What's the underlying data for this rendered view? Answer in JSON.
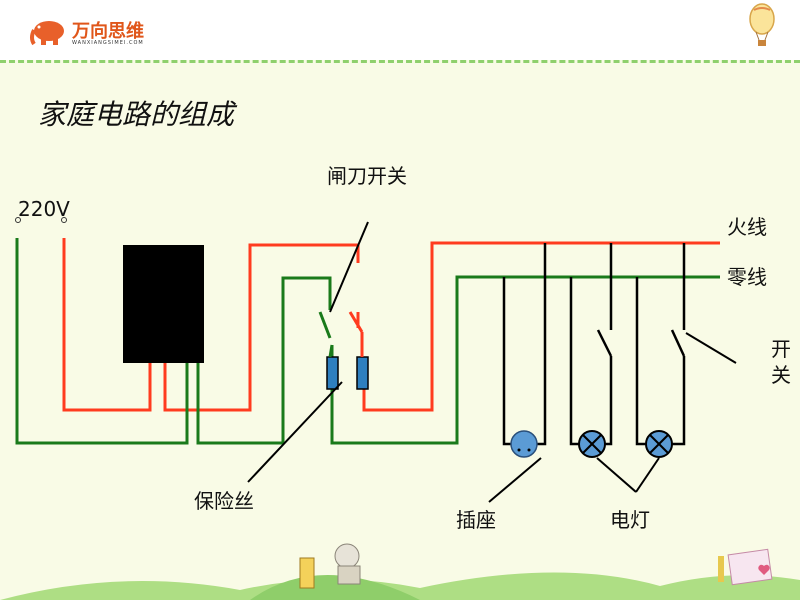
{
  "logo": {
    "name": "万向思维",
    "sub": "WANXIANGSIMEI.COM"
  },
  "title": "家庭电路的组成",
  "labels": {
    "voltage": "220V",
    "knife_switch": "闸刀开关",
    "live_wire": "火线",
    "neutral_wire": "零线",
    "switch_line1": "开",
    "switch_line2": "关",
    "fuse": "保险丝",
    "socket": "插座",
    "lamp": "电灯"
  },
  "colors": {
    "live": "#ff3b1f",
    "neutral": "#1a7a1a",
    "black": "#000000",
    "bg": "#f9fbe6",
    "device": "#5b9bd5"
  },
  "icons": [
    "elephant-logo-icon",
    "hot-air-balloon-icon",
    "cartoon-landscape-icon"
  ]
}
